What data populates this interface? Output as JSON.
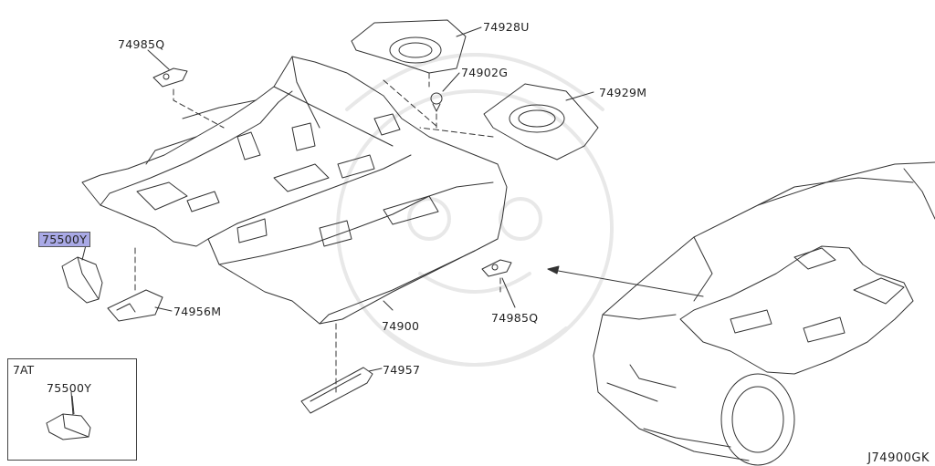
{
  "diagram_id": "J74900GK",
  "inset_tag": "7AT",
  "parts": [
    {
      "id": "p1",
      "label": "74985Q",
      "highlight": false
    },
    {
      "id": "p2",
      "label": "74928U",
      "highlight": false
    },
    {
      "id": "p3",
      "label": "74902G",
      "highlight": false
    },
    {
      "id": "p4",
      "label": "74929M",
      "highlight": false
    },
    {
      "id": "p5",
      "label": "75500Y",
      "highlight": true,
      "accent": "#a9a9e6"
    },
    {
      "id": "p6",
      "label": "74956M",
      "highlight": false
    },
    {
      "id": "p7",
      "label": "74900",
      "highlight": false
    },
    {
      "id": "p8",
      "label": "74985Q",
      "highlight": false
    },
    {
      "id": "p9",
      "label": "74957",
      "highlight": false
    },
    {
      "id": "p10",
      "label": "75500Y",
      "highlight": false
    }
  ],
  "colors": {
    "line": "#333333",
    "highlight": "#a9a9e6",
    "background": "#ffffff"
  }
}
